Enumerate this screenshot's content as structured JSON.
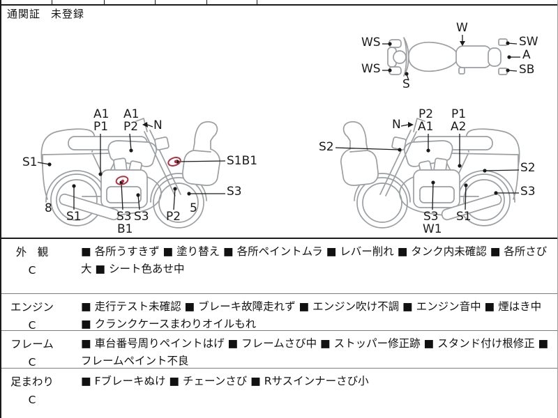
{
  "customs": {
    "label": "通関証",
    "status": "未登録"
  },
  "diagrams": {
    "top_view": {
      "labels": [
        "WS",
        "WS",
        "S",
        "W",
        "SW",
        "A",
        "SB"
      ]
    },
    "side_left": {
      "labels": [
        "A1",
        "P1",
        "A1",
        "P2",
        "N",
        "S1",
        "S1B1",
        "S3",
        "8",
        "S1",
        "S3",
        "B1",
        "S3",
        "P2",
        "5"
      ]
    },
    "side_right": {
      "labels": [
        "N",
        "P2",
        "A1",
        "P1",
        "A2",
        "S2",
        "S2",
        "S3",
        "S3",
        "W1",
        "S1"
      ]
    },
    "defect_marks": [
      {
        "area": "engine-left-bike"
      },
      {
        "area": "front-fork-top-left-bike"
      }
    ]
  },
  "inspection": {
    "rows": [
      {
        "section": "外　観",
        "grade": "C",
        "notes": "■ 各所うすきず ■ 塗り替え ■ 各所ペイントムラ ■ レバー削れ ■ タンク内未確認 ■ 各所さび大 ■ シート色あせ中"
      },
      {
        "section": "エンジン",
        "grade": "C",
        "notes": "■ 走行テスト未確認 ■ ブレーキ故障走れず ■ エンジン吹け不調 ■ エンジン音中 ■ 煙はき中 ■ クランクケースまわりオイルもれ"
      },
      {
        "section": "フレーム",
        "grade": "C",
        "notes": "■ 車台番号周りペイントはげ ■ フレームさび中 ■ ストッパー修正跡 ■ スタンド付け根修正 ■ フレームペイント不良"
      },
      {
        "section": "足まわり",
        "grade": "C",
        "notes": "■ Fブレーキぬけ ■ チェーンさび ■ Rサスインナーさび小"
      }
    ]
  },
  "colors": {
    "line_art": "#9b9fa2",
    "label_text": "#1a1a1a",
    "defect_mark": "#b03040",
    "border": "#1a1a1a"
  }
}
